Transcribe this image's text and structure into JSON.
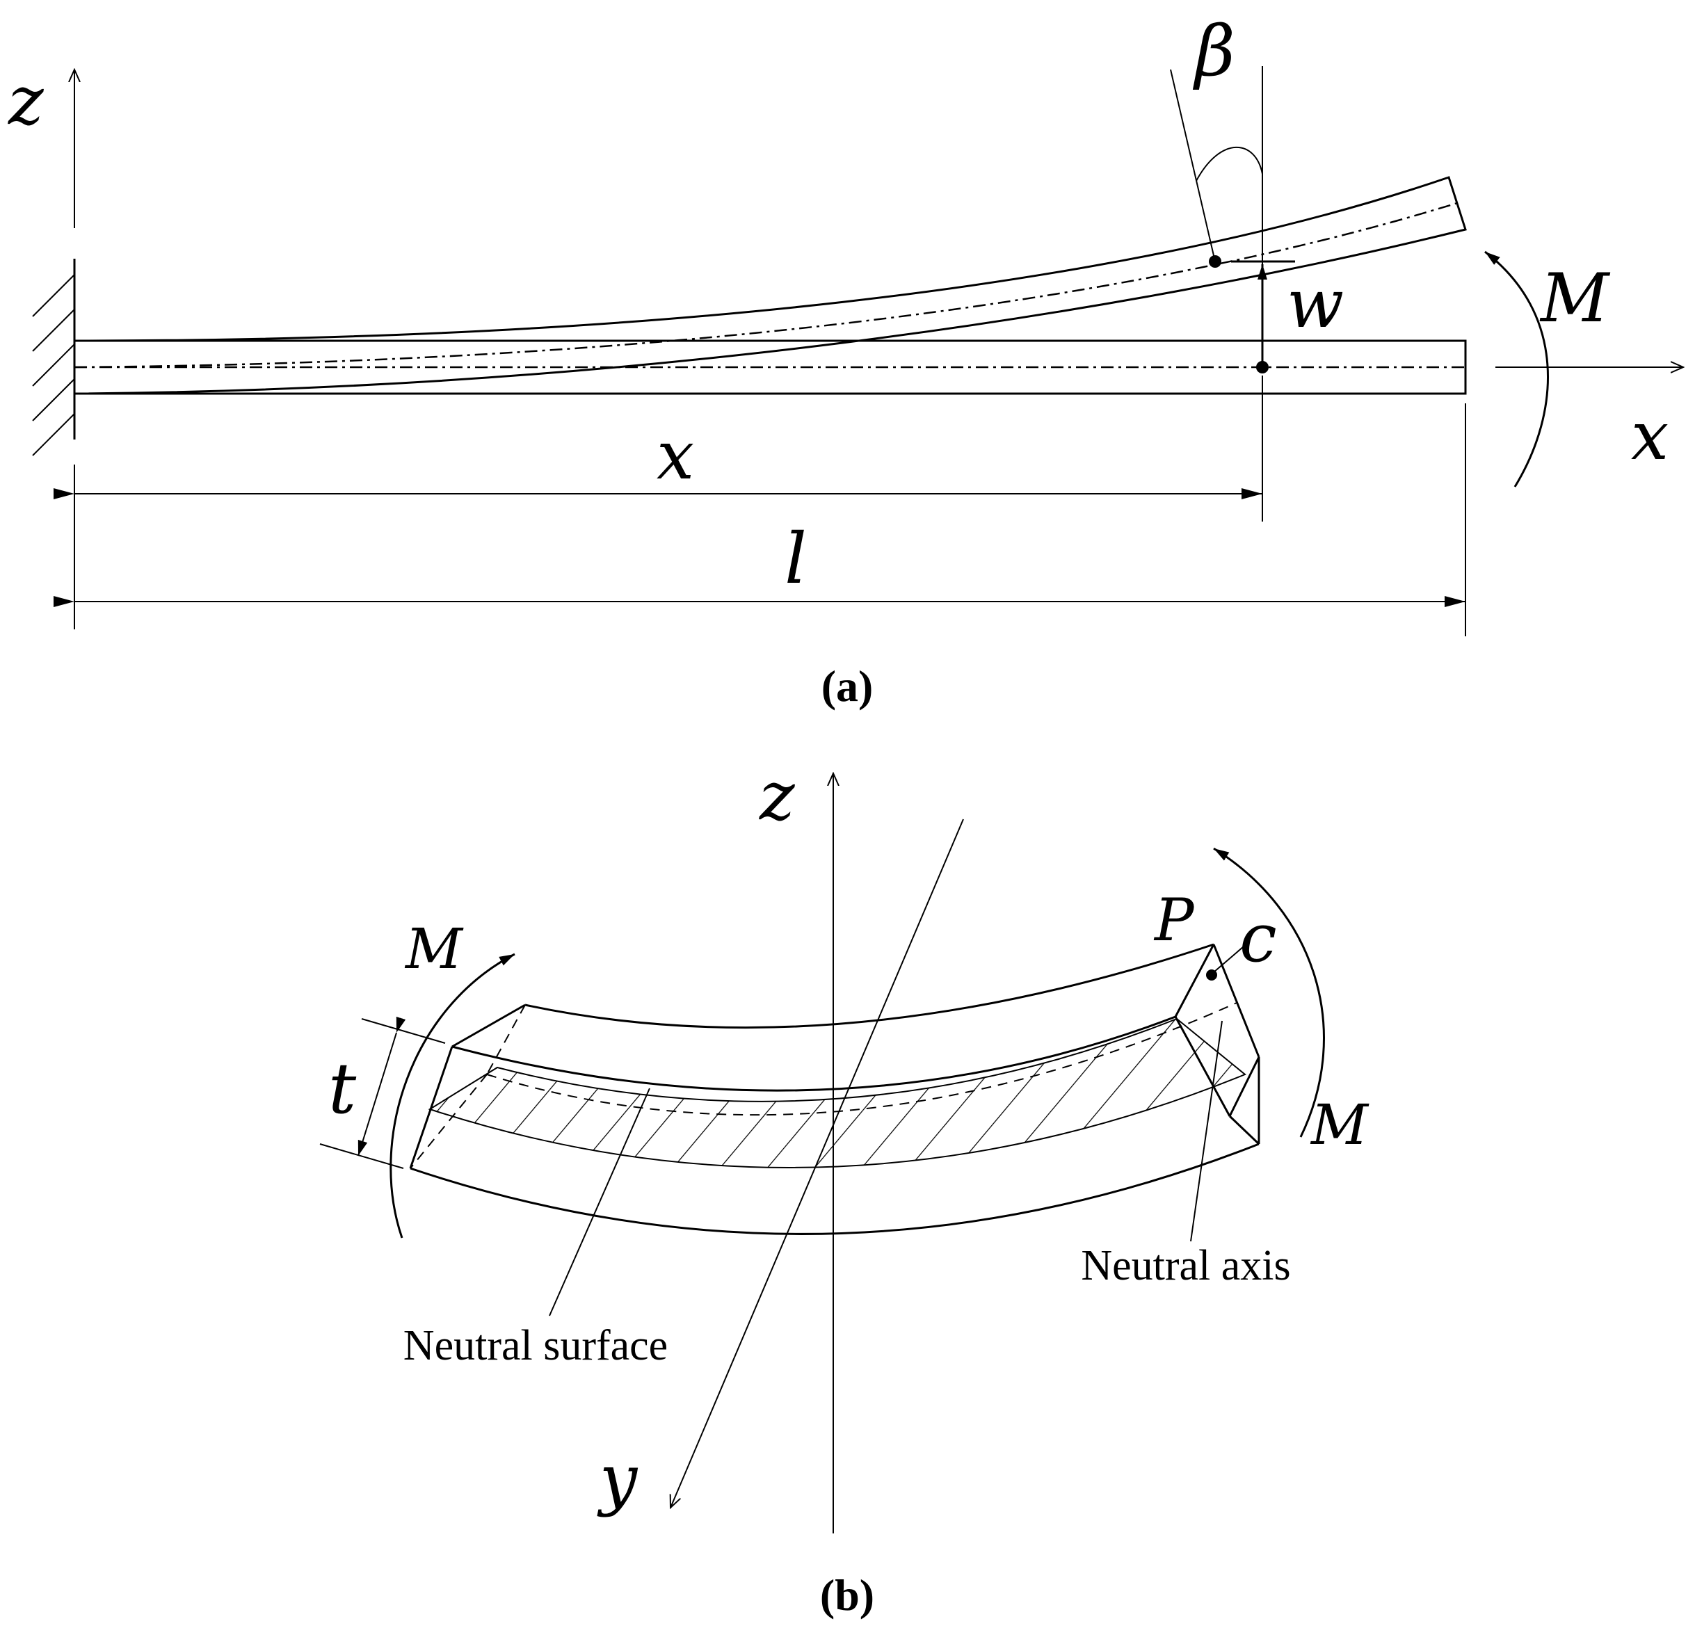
{
  "panel_a": {
    "caption": "(a)",
    "labels": {
      "z": "z",
      "x_axis": "x",
      "x_dim": "x",
      "l_dim": "l",
      "beta": "β",
      "w": "w",
      "M": "M"
    }
  },
  "panel_b": {
    "caption": "(b)",
    "labels": {
      "z": "z",
      "y": "y",
      "t": "t",
      "M_left": "M",
      "M_right": "M",
      "P": "P",
      "c": "c",
      "neutral_surface": "Neutral surface",
      "neutral_axis": "Neutral axis"
    }
  },
  "colors": {
    "ink": "#000000",
    "background": "#ffffff"
  }
}
